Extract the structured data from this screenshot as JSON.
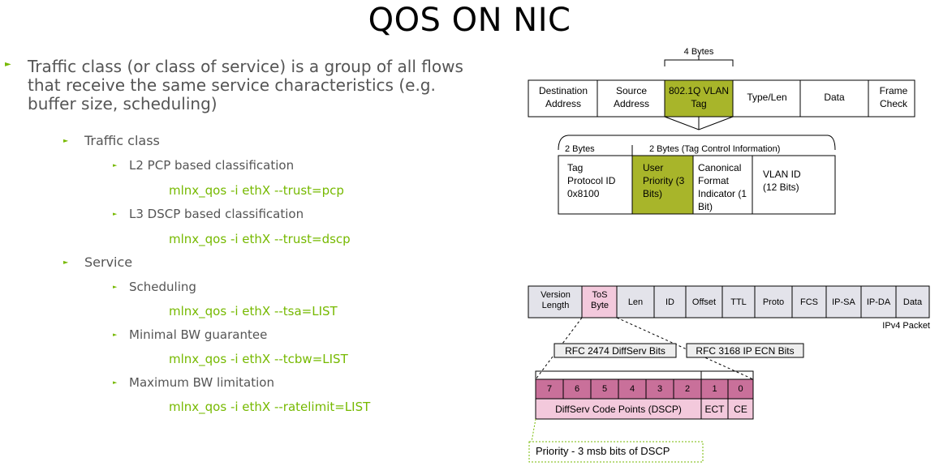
{
  "title": "QOS ON NIC",
  "bullets": {
    "intro": "Traffic class (or class of service) is a group of all flows that receive the same service characteristics (e.g. buffer size, scheduling)",
    "traffic_class": {
      "label": "Traffic class",
      "items": [
        {
          "label": "L2 PCP based classification",
          "cmd": "mlnx_qos -i ethX --trust=pcp"
        },
        {
          "label": "L3 DSCP based classification",
          "cmd": "mlnx_qos -i ethX --trust=dscp"
        }
      ]
    },
    "service": {
      "label": "Service",
      "items": [
        {
          "label": "Scheduling",
          "cmd": "mlnx_qos -i ethX --tsa=LIST"
        },
        {
          "label": "Minimal BW guarantee",
          "cmd": "mlnx_qos -i ethX --tcbw=LIST"
        },
        {
          "label": "Maximum BW limitation",
          "cmd": "mlnx_qos -i ethX --ratelimit=LIST"
        }
      ]
    }
  },
  "eth_frame": {
    "bytes_label": "4 Bytes",
    "fields": [
      "Destination Address",
      "Source Address",
      "802.1Q VLAN Tag",
      "Type/Len",
      "Data",
      "Frame Check"
    ],
    "tag_left_label": "2 Bytes",
    "tag_right_label": "2 Bytes (Tag Control Information)",
    "tag_fields": [
      "Tag Protocol ID 0x8100",
      "User Priority (3 Bits)",
      "Canonical Format Indicator (1 Bit)",
      "VLAN ID (12 Bits)"
    ]
  },
  "ipv4": {
    "fields": [
      "Version Length",
      "ToS Byte",
      "Len",
      "ID",
      "Offset",
      "TTL",
      "Proto",
      "FCS",
      "IP-SA",
      "IP-DA",
      "Data"
    ],
    "caption": "IPv4 Packet",
    "diffserv_label": "RFC 2474 DiffServ Bits",
    "ecn_label": "RFC 3168 IP ECN Bits",
    "bits": [
      "7",
      "6",
      "5",
      "4",
      "3",
      "2",
      "1",
      "0"
    ],
    "dscp_label": "DiffServ Code Points (DSCP)",
    "ect_label": "ECT",
    "ce_label": "CE",
    "priority_note": "Priority - 3 msb bits of DSCP"
  },
  "colors": {
    "accent": "#76b900",
    "olive": "#a8b52a",
    "pink": "#f3c9dc",
    "bit_pink": "#c9709a",
    "ipv4_bg": "#e3e3ea"
  }
}
